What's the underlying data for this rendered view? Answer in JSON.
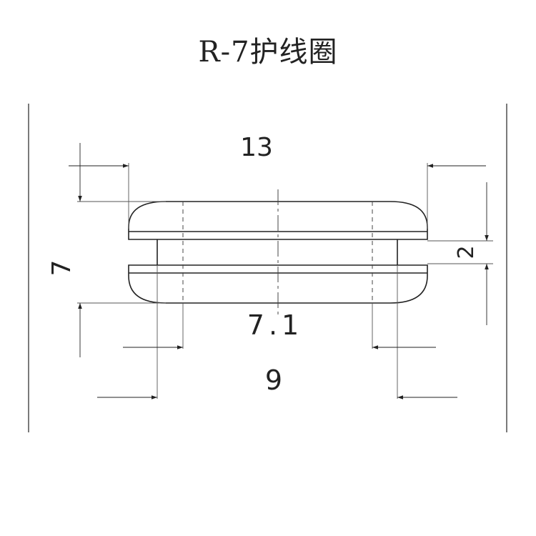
{
  "drawing": {
    "title": "R-7护线圈",
    "dimensions": {
      "overall_width": "13",
      "height": "7",
      "groove_width": "2",
      "inner_diameter": "7.1",
      "groove_diameter": "9"
    }
  },
  "colors": {
    "line": "#222222",
    "thin_line": "#555555"
  }
}
